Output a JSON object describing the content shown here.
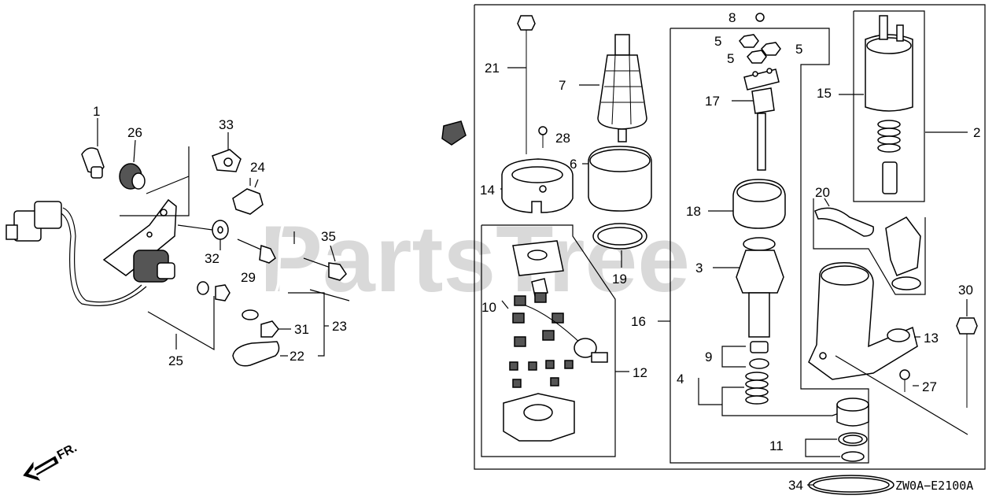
{
  "watermark": "PartsTree",
  "diagram_code": "ZW0A−E2100A",
  "direction": {
    "label": "FR.",
    "icon": "front-arrow-icon"
  },
  "callouts": {
    "c1": "1",
    "c2": "2",
    "c3": "3",
    "c4": "4",
    "c5a": "5",
    "c5b": "5",
    "c5c": "5",
    "c6": "6",
    "c7": "7",
    "c8": "8",
    "c9": "9",
    "c10": "10",
    "c11": "11",
    "c12": "12",
    "c13": "13",
    "c14": "14",
    "c15": "15",
    "c16": "16",
    "c17": "17",
    "c18": "18",
    "c19": "19",
    "c20": "20",
    "c21": "21",
    "c22": "22",
    "c23": "23",
    "c24": "24",
    "c25": "25",
    "c26": "26",
    "c27": "27",
    "c28": "28",
    "c29": "29",
    "c30": "30",
    "c31": "31",
    "c32": "32",
    "c33": "33",
    "c34": "34",
    "c35": "35"
  }
}
